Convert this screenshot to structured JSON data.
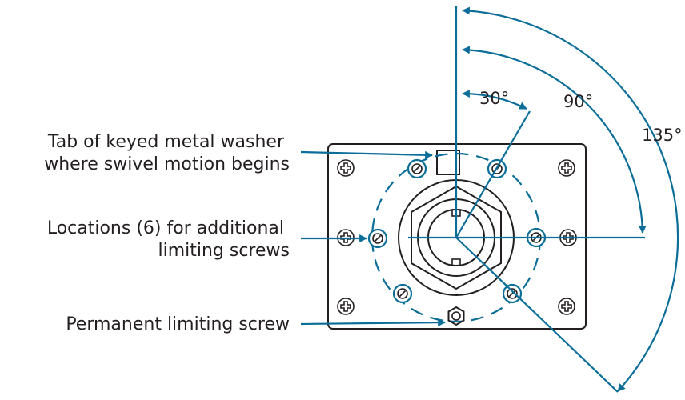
{
  "labels": {
    "washer_tab_line1": "Tab of keyed metal washer",
    "washer_tab_line2": "where swivel motion begins",
    "locations_line1": "Locations (6) for additional",
    "locations_line2": "limiting screws",
    "permanent_screw": "Permanent limiting screw"
  },
  "angles": {
    "angle_30": "30°",
    "angle_90": "90°",
    "angle_135": "135°"
  },
  "colors": {
    "accent": "#0b6e99",
    "outline": "#231f20"
  }
}
